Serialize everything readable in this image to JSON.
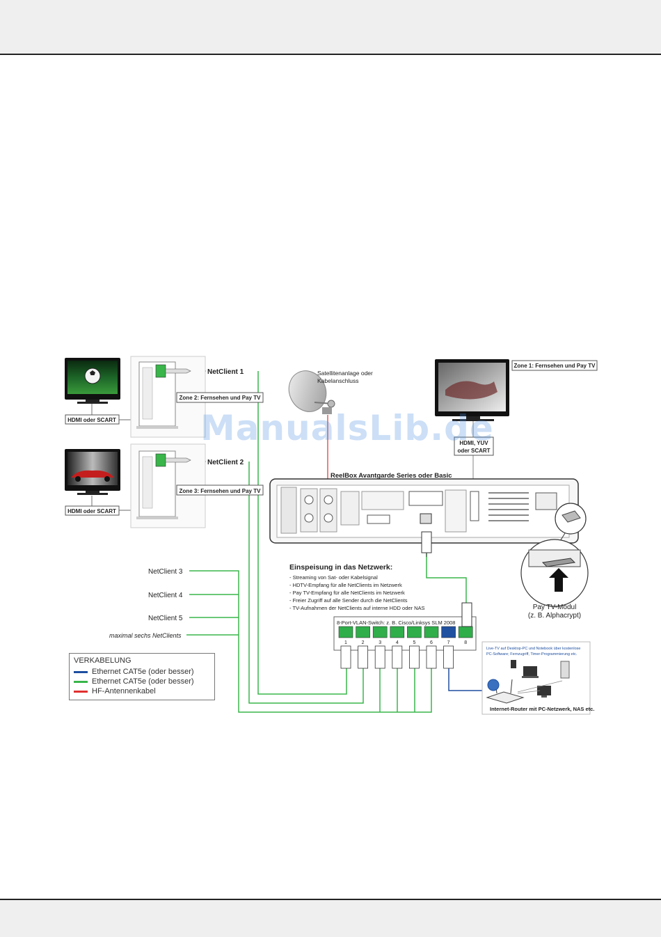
{
  "colors": {
    "green": "#39b54a",
    "blue": "#1e4fa0",
    "red": "#e03030",
    "port_green": "#2fae4a",
    "port_blue": "#2050a0"
  },
  "watermark": "ManualsLib.de",
  "clients": {
    "nc1": "NetClient 1",
    "nc2": "NetClient 2",
    "nc3": "NetClient 3",
    "nc4": "NetClient 4",
    "nc5": "NetClient 5",
    "max": "maximal sechs NetClients"
  },
  "zones": {
    "zone1": "Zone 1: Fernsehen und Pay TV",
    "zone2": "Zone 2: Fernsehen und Pay TV",
    "zone3": "Zone 3: Fernsehen und Pay TV"
  },
  "tv_labels": {
    "hdmi_scart_1": "HDMI oder SCART",
    "hdmi_scart_2": "HDMI oder SCART",
    "hdmi_yuv_line1": "HDMI, YUV",
    "hdmi_yuv_line2": "oder SCART"
  },
  "satellite": {
    "line1": "Satellitenanlage oder",
    "line2": "Kabelanschluss"
  },
  "reelbox": "ReelBox Avantgarde Series oder Basic",
  "paytv": {
    "line1": "Pay TV-Modul",
    "line2": "(z. B. Alphacrypt)"
  },
  "feed": {
    "title": "Einspeisung in das Netzwerk:",
    "items": [
      "- Streaming von Sat- oder Kabelsignal",
      "- HDTV-Empfang für alle NetClients im Netzwerk",
      "- Pay TV-Empfang für alle NetClients im Netzwerk",
      "- Freier Zugriff auf alle Sender durch die NetClients",
      "- TV-Aufnahmen der NetClients auf interne HDD oder NAS"
    ]
  },
  "switch": {
    "title": "8-Port-VLAN-Switch: z. B. Cisco/Linksys SLM 2008",
    "ports": [
      "1",
      "2",
      "3",
      "4",
      "5",
      "6",
      "7",
      "8"
    ]
  },
  "router": {
    "top_line1": "Live-TV auf Desktop-PC und Notebook über kostenlose",
    "top_line2": "PC-Software; Fernzugriff, Timer-Programmierung etc.",
    "caption": "Internet-Router mit PC-Netzwerk, NAS etc."
  },
  "legend": {
    "title": "VERKABELUNG",
    "items": [
      {
        "label": "Ethernet CAT5e (oder besser)",
        "color": "#1e4fa0"
      },
      {
        "label": "Ethernet CAT5e (oder besser)",
        "color": "#39b54a"
      },
      {
        "label": "HF-Antennenkabel",
        "color": "#e03030"
      }
    ]
  }
}
